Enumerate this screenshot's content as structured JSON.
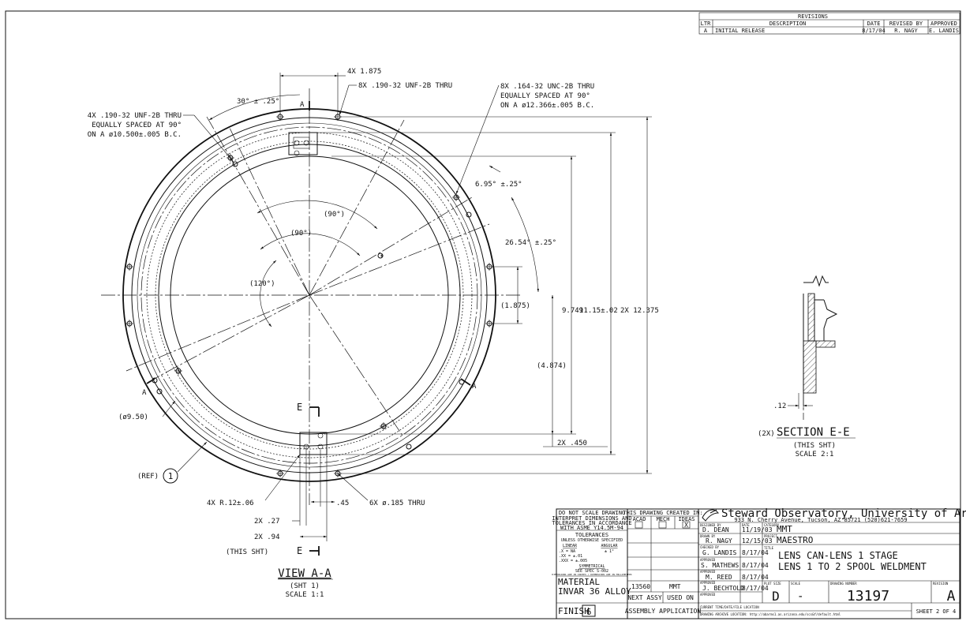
{
  "revisions": {
    "title": "REVISIONS",
    "headers": [
      "LTR",
      "DESCRIPTION",
      "DATE",
      "REVISED BY",
      "APPROVED"
    ],
    "rows": [
      [
        "A",
        "INITIAL RELEASE",
        "8/17/04",
        "R. NAGY",
        "E. LANDIS"
      ]
    ]
  },
  "view": {
    "dims": {
      "four_x_1875": "4X 1.875",
      "eight_x_190": "8X .190-32 UNF-2B THRU",
      "thirty_deg": "30° ± .25°",
      "eight_x_164_1": "8X .164-32 UNC-2B THRU",
      "eight_x_164_2": "EQUALLY SPACED AT 90°",
      "eight_x_164_3": "ON A ø12.366±.005 B.C.",
      "four_x_190_1": "4X .190-32 UNF-2B THRU",
      "four_x_190_2": "EQUALLY SPACED AT 90°",
      "four_x_190_3": "ON A ø10.500±.005 B.C.",
      "six_95": "6.95° ±.25°",
      "ninety_a": "(90°)",
      "ninety_b": "(90°)",
      "twentysix": "26.54° ±.25°",
      "onetwenty": "(120°)",
      "one875": "(1.875)",
      "nine749": "9.749",
      "eleven15": "11.15±.02",
      "twelve375": "2X 12.375",
      "four874": "(4.874)",
      "ninefifty": "(ø9.50)",
      "two450": "2X .450",
      "ref": "(REF)",
      "balloon_1": "1",
      "four_x_r12": "4X R.12±.06",
      "two_x_27": "2X .27",
      "two_x_94": "2X .94",
      "point45": ".45",
      "six_x_185": "6X ø.185 THRU",
      "this_sht": "(THIS SHT)",
      "e_top": "E",
      "e_bottom": "E",
      "a_top": "A",
      "a_left": "A",
      "a_right": "A"
    },
    "title": "VIEW A-A",
    "sub1": "(SHT 1)",
    "sub2": "SCALE 1:1"
  },
  "section": {
    "prefix": "(2X)",
    "title": "SECTION E-E",
    "sub1": "(THIS SHT)",
    "sub2": "SCALE 2:1",
    "dim": ".12"
  },
  "title_block": {
    "notes": {
      "l1": "DO NOT SCALE DRAWING",
      "l2": "INTERPRET DIMENSIONS AND",
      "l3": "TOLERANCES IN ACCORDANCE",
      "l4": "WITH ASME Y14.5M-94",
      "tol_title": "TOLERANCES",
      "tol_sub": "UNLESS OTHERWISE SPECIFIED",
      "linear": "LINEAR",
      "angular": "ANGULAR",
      "tol1": ".X    = NA",
      "tol1a": "± 1°",
      "tol2": ".XX   = ±.01",
      "tol3": ".XXX  = ±.005",
      "symmetrical": "SYMMETRICAL",
      "spec": "SEE SPEC S-002",
      "dims_note": "DIMENSIONS ARE IN INCHES / DIMENSIONS ARE IN MILLIMETERS",
      "material_label": "MATERIAL",
      "material": "INVAR 36 ALLOY",
      "finish_label": "FINISH",
      "finish_num": "6"
    },
    "created": {
      "title": "THIS DRAWING CREATED IN:",
      "acad": "ACAD",
      "mech": "MECH",
      "ideas": "IDEAS",
      "ideas_mark": "X",
      "assy_num": "13560",
      "assy_proj": "MMT",
      "next_assy": "NEXT ASSY",
      "used_on": "USED ON",
      "application": "ASSEMBLY APPLICATION"
    },
    "org": {
      "name": "Steward Observatory, University of Arizona",
      "address": "933 N. Cherry Avenue, Tucson, AZ  85721   (520)621-7659"
    },
    "signoffs": [
      {
        "label": "DESIGNED BY",
        "name": "D. DEAN",
        "date": "11/19/03"
      },
      {
        "label": "DRAWN BY",
        "name": "R. NAGY",
        "date": "12/15/03"
      },
      {
        "label": "CHECKED BY",
        "name": "G. LANDIS",
        "date": "8/17/04"
      },
      {
        "label": "APPROVED",
        "name": "S. MATHEWS",
        "date": "8/17/04"
      },
      {
        "label": "APPROVED",
        "name": "M. REED",
        "date": "8/17/04"
      },
      {
        "label": "APPROVED",
        "name": "J. BECHTOLD",
        "date": "8/17/04"
      },
      {
        "label": "APPROVED",
        "name": "",
        "date": ""
      }
    ],
    "date_label": "DATE",
    "category_label": "CATEGORY",
    "category": "MMT",
    "project_label": "PROJECT",
    "project": "MAESTRO",
    "title_label": "TITLE",
    "title_line1": "LENS CAN-LENS 1 STAGE",
    "title_line2": "LENS 1 TO 2 SPOOL WELDMENT",
    "plot_size_label": "PLOT SIZE",
    "plot_size": "D",
    "scale_label": "SCALE",
    "scale": "-",
    "drawing_number_label": "DRAWING NUMBER",
    "drawing_number": "13197",
    "revision_label": "REVISION",
    "revision": "A",
    "current_file_label": "CURRENT TIME/DATE/FILE LOCATION",
    "archive_label": "DRAWING ARCHIVE LOCATION: http://abarms1.as.arizona.edu/scs&f/default.html",
    "sheet": "SHEET 2 OF 4"
  }
}
